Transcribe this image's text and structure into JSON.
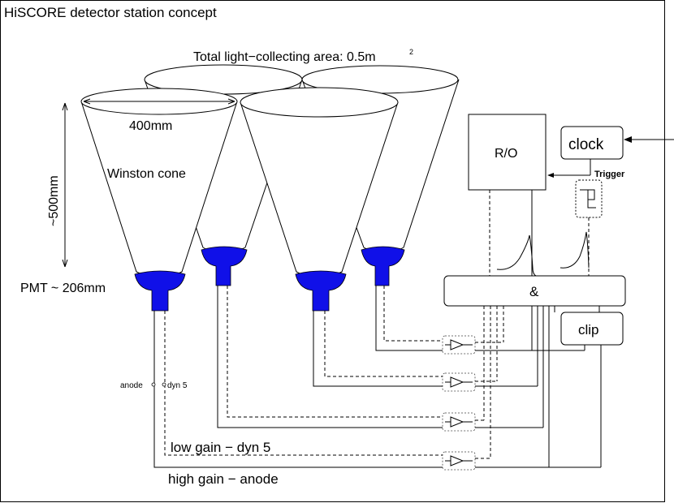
{
  "title": "HiSCORE detector station concept",
  "area_label": "Total light−collecting area: 0.5m",
  "area_exponent": "2",
  "diameter_label": "400mm",
  "cone_label": "Winston cone",
  "height_label": "~500mm",
  "pmt_label": "PMT ~ 206mm",
  "ro_label": "R/O",
  "clock_label": "clock",
  "trigger_label": "Trigger",
  "and_label": "&",
  "clip_label": "clip",
  "anode_label": "anode",
  "dyn_label": "dyn 5",
  "low_gain_label": "low gain − dyn 5",
  "high_gain_label": "high gain − anode",
  "colors": {
    "pmt": "#1010e8",
    "line": "#000000"
  }
}
